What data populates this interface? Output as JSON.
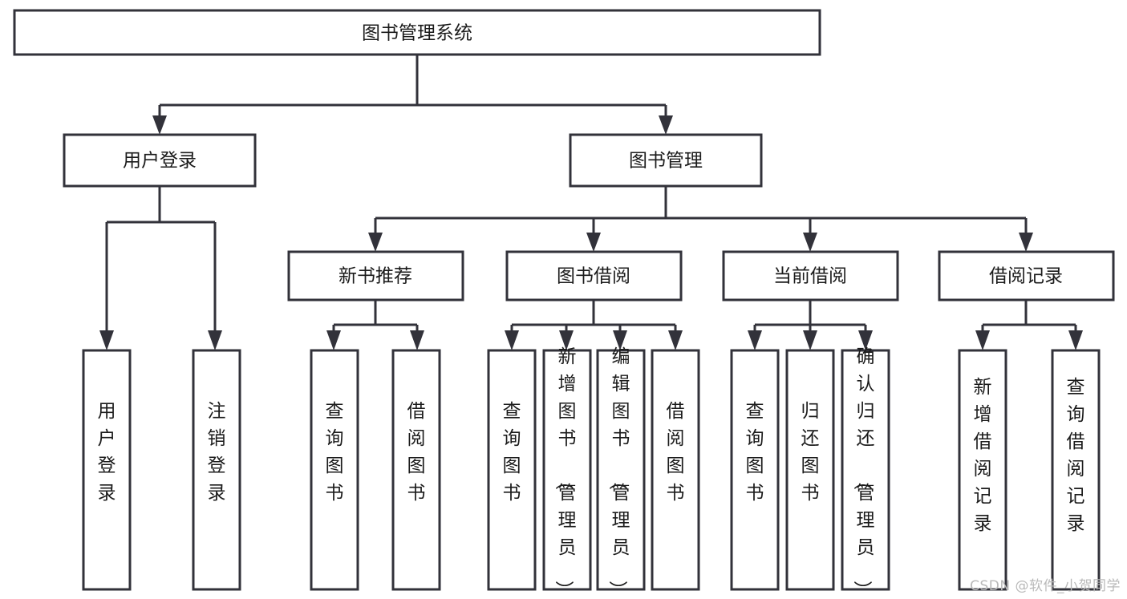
{
  "diagram": {
    "type": "tree-hierarchy",
    "title": "图书管理系统",
    "orientation": "top-down",
    "colors": {
      "box_fill": "#ffffff",
      "box_stroke": "#32323a",
      "connector": "#32323a",
      "text": "#1b1b1b",
      "background": "#ffffff",
      "watermark": "#b9b9b9"
    },
    "levels": {
      "root": {
        "label": "图书管理系统"
      },
      "level2": [
        {
          "label": "用户登录"
        },
        {
          "label": "图书管理"
        }
      ],
      "level3": [
        {
          "label": "新书推荐"
        },
        {
          "label": "图书借阅"
        },
        {
          "label": "当前借阅"
        },
        {
          "label": "借阅记录"
        }
      ],
      "leaves": {
        "user_login": [
          {
            "label": "用户登录"
          },
          {
            "label": "注销登录"
          }
        ],
        "new_book_recommend": [
          {
            "label": "查询图书"
          },
          {
            "label": "借阅图书"
          }
        ],
        "book_borrow": [
          {
            "label": "查询图书"
          },
          {
            "label": "新增图书（管理员）"
          },
          {
            "label": "编辑图书（管理员）"
          },
          {
            "label": "借阅图书"
          }
        ],
        "current_borrow": [
          {
            "label": "查询图书"
          },
          {
            "label": "归还图书"
          },
          {
            "label": "确认归还（管理员）"
          }
        ],
        "borrow_record": [
          {
            "label": "新增借阅记录"
          },
          {
            "label": "查询借阅记录"
          }
        ]
      }
    }
  },
  "watermark": {
    "text": "CSDN @软件_小贺同学"
  }
}
